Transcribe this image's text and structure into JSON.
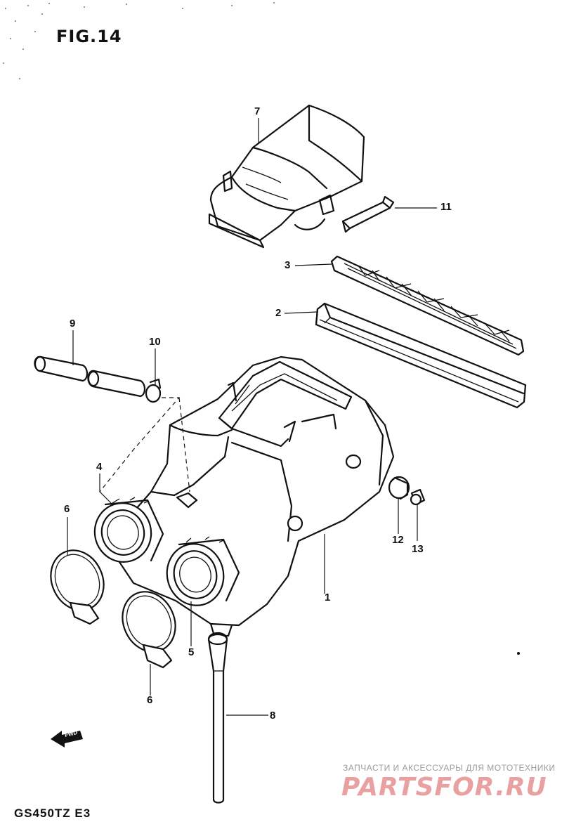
{
  "figure": {
    "title": "FIG.14",
    "model": "GS450TZ  E3"
  },
  "watermark": {
    "tagline": "ЗАПЧАСТИ И АКСЕССУАРЫ ДЛЯ МОТОТЕХНИКИ",
    "logo": "PARTSFOR.RU",
    "color": "#e9a0a0"
  },
  "callouts": [
    "7",
    "11",
    "3",
    "2",
    "9",
    "10",
    "4",
    "6",
    "12",
    "13",
    "1",
    "5",
    "6",
    "8"
  ],
  "direction_label": "FWD"
}
